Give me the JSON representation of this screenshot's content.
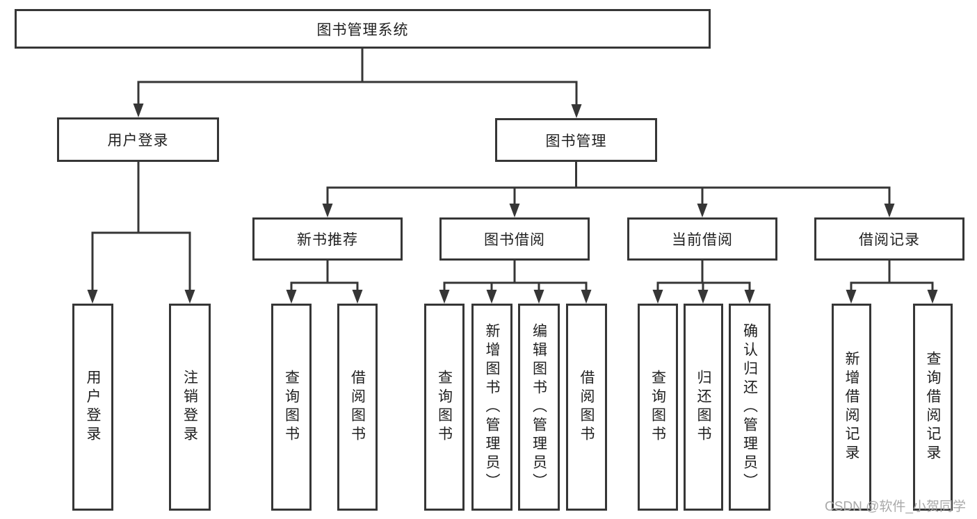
{
  "diagram": {
    "title_node": {
      "label": "图书管理系统"
    },
    "level2": {
      "user_login": {
        "label": "用户登录"
      },
      "book_management": {
        "label": "图书管理"
      }
    },
    "level3": {
      "new_book_recommend": {
        "label": "新书推荐"
      },
      "book_borrow": {
        "label": "图书借阅"
      },
      "current_borrow": {
        "label": "当前借阅"
      },
      "borrow_records": {
        "label": "借阅记录"
      }
    },
    "leaves": {
      "user_login": [
        "用户登录",
        "注销登录"
      ],
      "new_book_recommend": [
        "查询图书",
        "借阅图书"
      ],
      "book_borrow": [
        "查询图书",
        "新增图书（管理员）",
        "编辑图书（管理员）",
        "借阅图书"
      ],
      "current_borrow": [
        "查询图书",
        "归还图书",
        "确认归还（管理员）"
      ],
      "borrow_records": [
        "新增借阅记录",
        "查询借阅记录"
      ]
    },
    "colors": {
      "line": "#363636",
      "text": "#1f1f1f",
      "watermark": "#a9a9a9"
    }
  },
  "watermark": {
    "text": "CSDN @软件_小贺同学"
  }
}
